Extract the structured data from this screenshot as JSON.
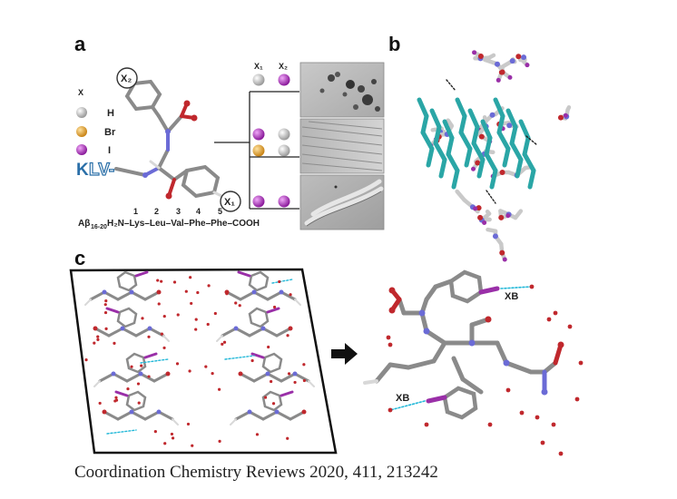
{
  "panels": {
    "a": "a",
    "b": "b",
    "c": "c"
  },
  "panel_a": {
    "x_header": "X",
    "legend": [
      {
        "label": "H",
        "color": "#c8c8c8"
      },
      {
        "label": "Br",
        "color": "#e8a83a"
      },
      {
        "label": "I",
        "color": "#b03ab8"
      }
    ],
    "x2_marker": "X₂",
    "x1_marker": "X₁",
    "klv_k": "K",
    "klv_rest": "LV-",
    "grid_headers": [
      "X₁",
      "X₂"
    ],
    "grid_rows": [
      {
        "x1": "#c8c8c8",
        "x2": "#b03ab8"
      },
      {
        "x1": "#b03ab8",
        "x2": "#c8c8c8"
      },
      {
        "x1": "#e8a83a",
        "x2": "#c8c8c8"
      },
      {
        "x1": "#b03ab8",
        "x2": "#b03ab8"
      }
    ],
    "residue_numbers": [
      "1",
      "2",
      "3",
      "4",
      "5"
    ],
    "sequence_prefix": "Aβ",
    "sequence_subscript": "16-20",
    "sequence": "H₂N–Lys–Leu–Val–Phe–Phe–COOH"
  },
  "panel_c": {
    "xb_labels": [
      "XB",
      "XB"
    ]
  },
  "colors": {
    "carbon": "#8a8a8a",
    "nitrogen": "#6b6bd6",
    "oxygen": "#c0282d",
    "iodine": "#9a2fa8",
    "hydrogen": "#d8d8d8",
    "teal": "#2aa6a6",
    "xb_bond": "#22b8d8"
  },
  "citation": "Coordination Chemistry Reviews 2020, 411, 213242"
}
